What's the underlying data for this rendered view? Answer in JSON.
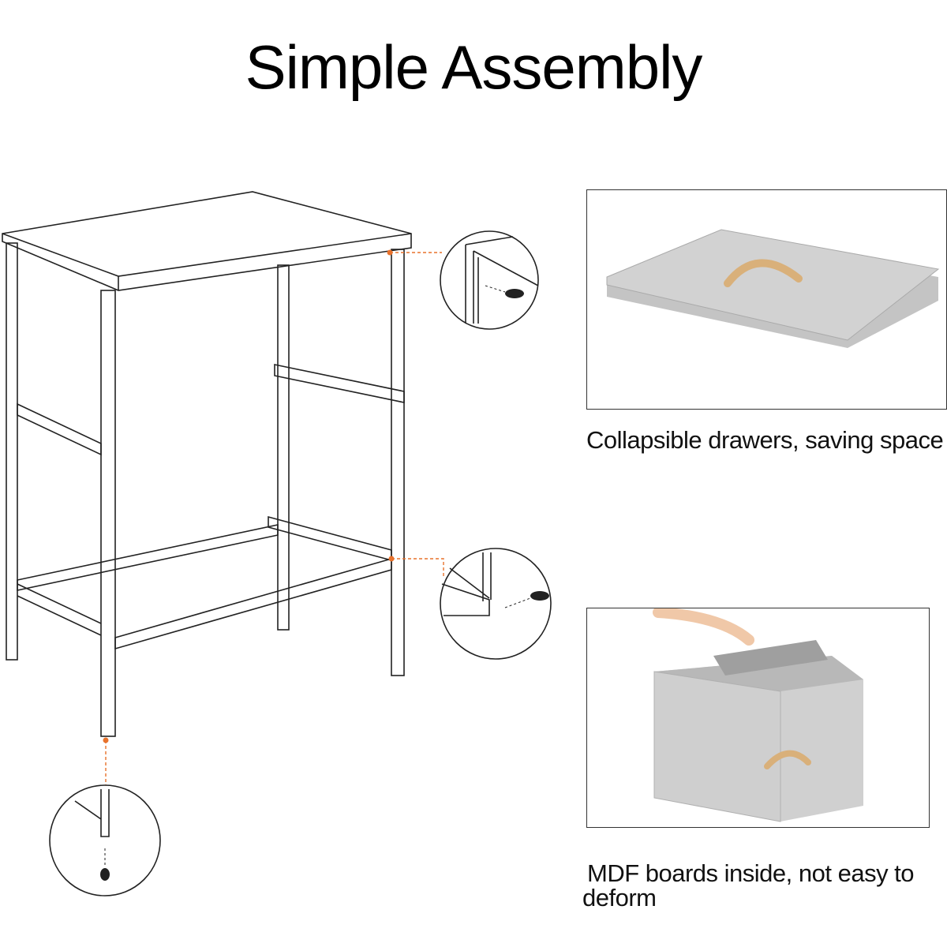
{
  "title": "Simple Assembly",
  "captions": {
    "drawers": "Collapsible drawers, saving space",
    "mdf": "MDF boards inside, not easy to deform"
  },
  "colors": {
    "accent": "#e8722c",
    "fabric": "#c9c9c9",
    "handle": "#d9b07a"
  }
}
